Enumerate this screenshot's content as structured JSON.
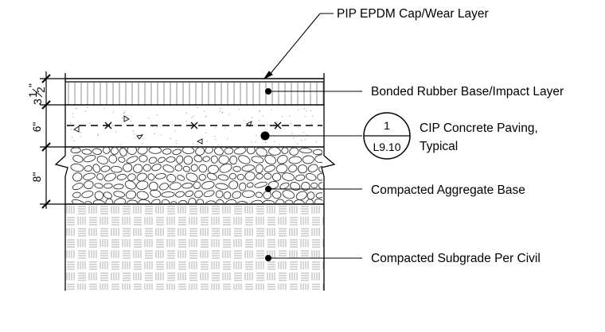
{
  "callouts": {
    "epdm": "PIP EPDM Cap/Wear Layer",
    "rubber": "Bonded Rubber Base/Impact Layer",
    "concrete_line1": "CIP Concrete Paving,",
    "concrete_line2": "Typical",
    "aggregate": "Compacted Aggregate Base",
    "subgrade": "Compacted Subgrade Per Civil"
  },
  "detail_tag": {
    "number": "1",
    "sheet": "L9.10"
  },
  "dimensions": {
    "rubber_whole": "3",
    "rubber_frac_num": "1",
    "rubber_frac_den": "2",
    "rubber_inch": "\"",
    "concrete": "6\"",
    "aggregate": "8\""
  }
}
